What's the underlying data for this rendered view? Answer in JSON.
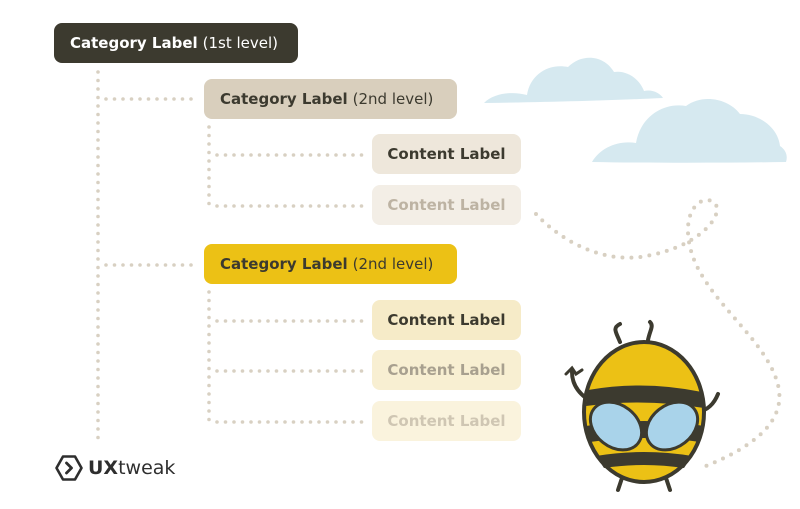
{
  "level1": {
    "label": "Category Label",
    "suffix": "(1st level)"
  },
  "level2": [
    {
      "label": "Category Label",
      "suffix": "(2nd level)"
    },
    {
      "label": "Category Label",
      "suffix": "(2nd level)"
    }
  ],
  "content": [
    {
      "label": "Content Label"
    },
    {
      "label": "Content Label"
    },
    {
      "label": "Content Label"
    },
    {
      "label": "Content Label"
    },
    {
      "label": "Content Label"
    }
  ],
  "logo": {
    "bold": "UX",
    "rest": "tweak"
  },
  "colors": {
    "dark": "#3c3a2f",
    "beige": "#d9cfbd",
    "yellow": "#ecc115",
    "dots": "#d8d0c2",
    "cloud": "#d6e9f0",
    "wing": "#a9d3ea"
  },
  "icons": [
    "logo-mark-icon",
    "bee-illustration",
    "cloud-icon",
    "flight-path"
  ]
}
